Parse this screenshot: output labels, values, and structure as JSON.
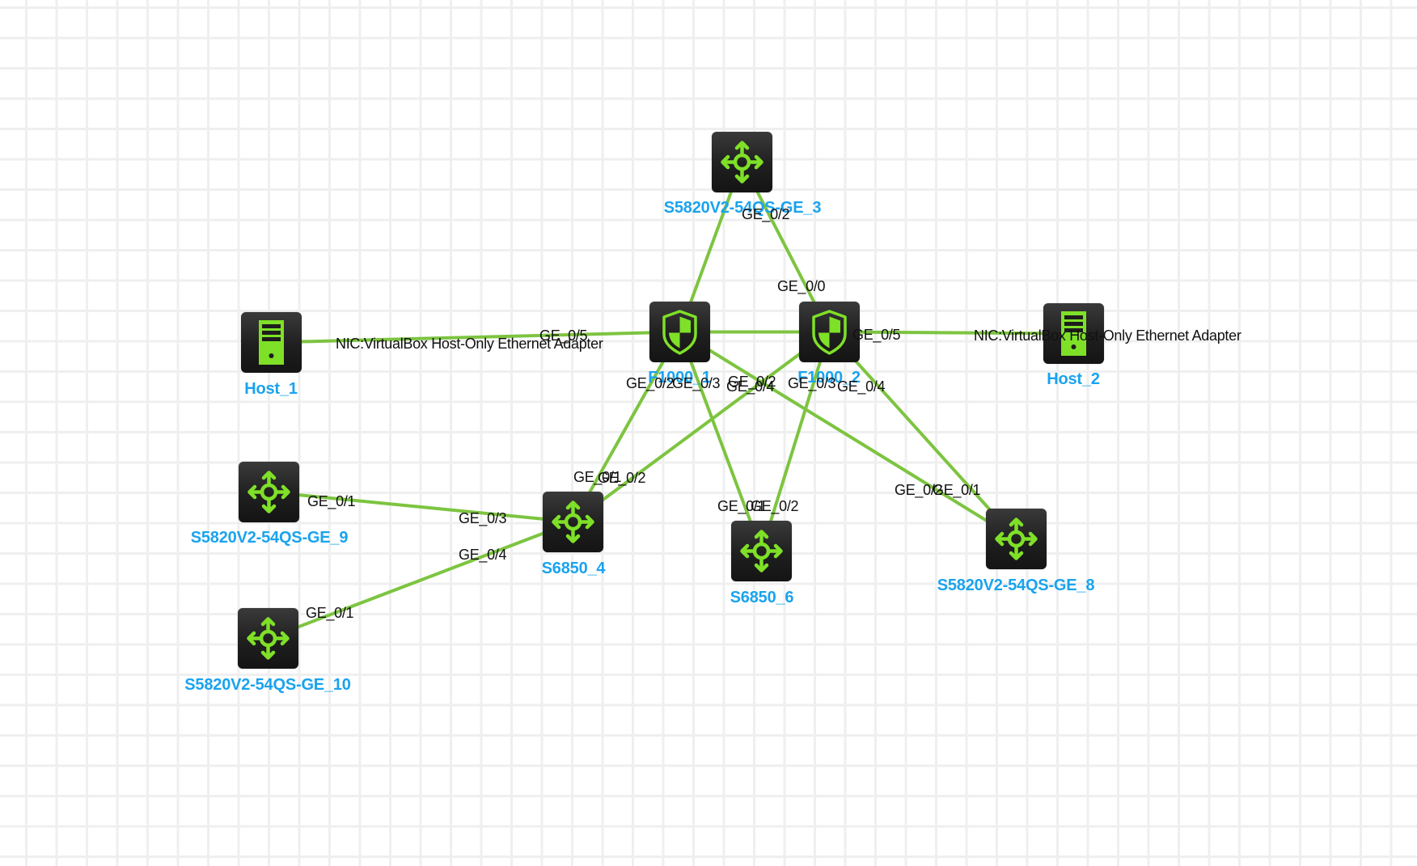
{
  "colors": {
    "link": "#7dc440",
    "icon": "#7fe028",
    "device_label": "#1aa3ee",
    "port_label": "#111111",
    "grid": "#efefef"
  },
  "devices": [
    {
      "id": "sw3",
      "name": "S5820V2-54QS-GE_3",
      "type": "switch",
      "icon": "switch-icon"
    },
    {
      "id": "fw1",
      "name": "F1000_1",
      "type": "firewall",
      "icon": "firewall-shield-icon"
    },
    {
      "id": "fw2",
      "name": "F1000_2",
      "type": "firewall",
      "icon": "firewall-shield-icon"
    },
    {
      "id": "h1",
      "name": "Host_1",
      "type": "host",
      "icon": "host-server-icon"
    },
    {
      "id": "h2",
      "name": "Host_2",
      "type": "host",
      "icon": "host-server-icon"
    },
    {
      "id": "sw9",
      "name": "S5820V2-54QS-GE_9",
      "type": "switch",
      "icon": "switch-icon"
    },
    {
      "id": "s4",
      "name": "S6850_4",
      "type": "switch",
      "icon": "switch-icon"
    },
    {
      "id": "sw10",
      "name": "S5820V2-54QS-GE_10",
      "type": "switch",
      "icon": "switch-icon"
    },
    {
      "id": "s6",
      "name": "S6850_6",
      "type": "switch",
      "icon": "switch-icon"
    },
    {
      "id": "sw8",
      "name": "S5820V2-54QS-GE_8",
      "type": "switch",
      "icon": "switch-icon"
    }
  ],
  "links": [
    {
      "from": "sw3",
      "to": "fw1",
      "from_port": "GE_0/2",
      "to_port": ""
    },
    {
      "from": "sw3",
      "to": "fw2",
      "from_port": "",
      "to_port": "GE_0/0"
    },
    {
      "from": "h1",
      "to": "fw1",
      "from_port": "NIC:VirtualBox Host-Only Ethernet Adapter",
      "to_port": "GE_0/5"
    },
    {
      "from": "fw1",
      "to": "fw2",
      "from_port": "",
      "to_port": ""
    },
    {
      "from": "fw2",
      "to": "h2",
      "from_port": "GE_0/5",
      "to_port": "NIC:VirtualBox Host-Only Ethernet Adapter"
    },
    {
      "from": "fw1",
      "to": "s4",
      "from_port": "GE_0/2",
      "to_port": "GE_0/1"
    },
    {
      "from": "fw1",
      "to": "s6",
      "from_port": "GE_0/3",
      "to_port": "GE_0/1"
    },
    {
      "from": "fw1",
      "to": "sw8",
      "from_port": "GE_0/4",
      "to_port": "GE_0/2"
    },
    {
      "from": "fw2",
      "to": "s4",
      "from_port": "GE_0/2",
      "to_port": "GE_0/2"
    },
    {
      "from": "fw2",
      "to": "s6",
      "from_port": "GE_0/3",
      "to_port": "GE_0/2"
    },
    {
      "from": "fw2",
      "to": "sw8",
      "from_port": "GE_0/4",
      "to_port": "GE_0/1"
    },
    {
      "from": "sw9",
      "to": "s4",
      "from_port": "GE_0/1",
      "to_port": "GE_0/3"
    },
    {
      "from": "sw10",
      "to": "s4",
      "from_port": "GE_0/1",
      "to_port": "GE_0/4"
    }
  ]
}
